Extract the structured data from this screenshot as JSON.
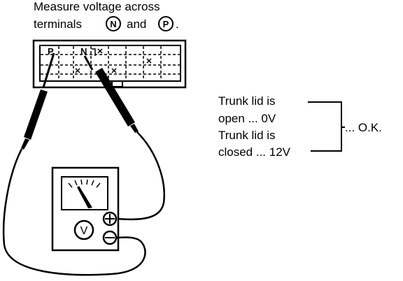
{
  "caption": {
    "line1": "Measure voltage across",
    "line2_prefix": "terminals",
    "terminal_n": "N",
    "and": "and",
    "terminal_p": "P",
    "period": "."
  },
  "connector": {
    "label_p": "P",
    "label_n": "N"
  },
  "meter": {
    "mode": "V",
    "plus": "+",
    "minus": "−"
  },
  "conditions": [
    "Trunk lid is",
    "open ... 0V",
    "Trunk lid is",
    "closed ... 12V"
  ],
  "result": "... O.K."
}
